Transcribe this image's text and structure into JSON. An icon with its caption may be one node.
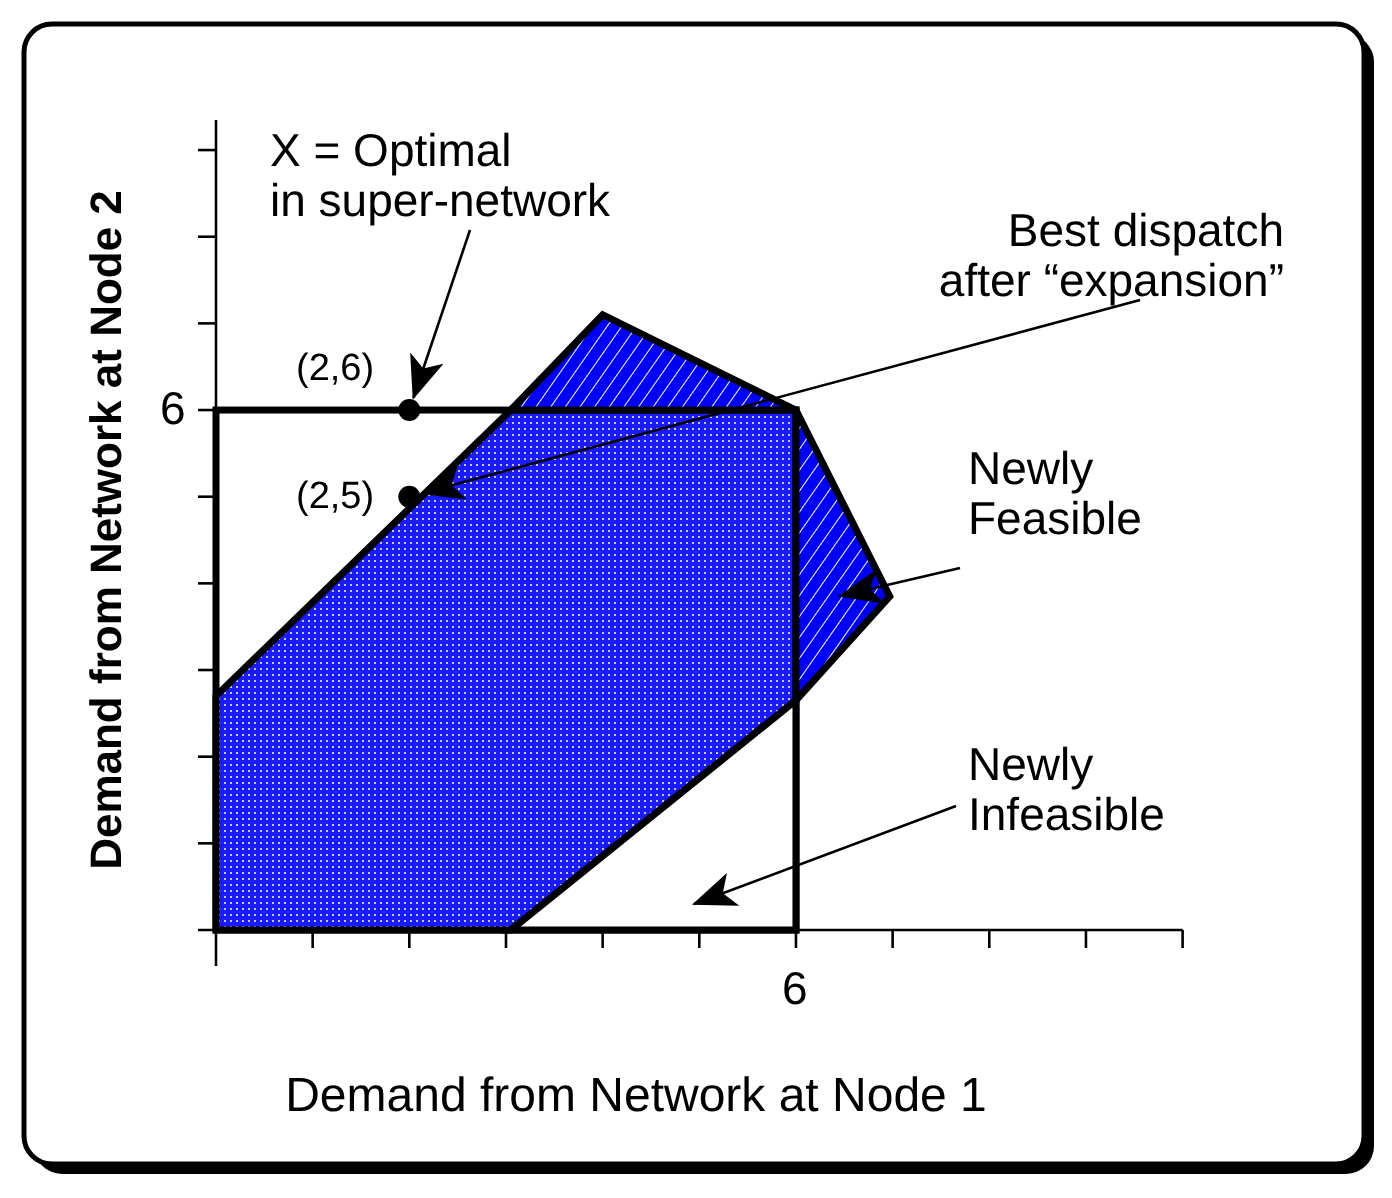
{
  "diagram": {
    "nodes": [
      {
        "text": [
          "X = Optimal in super-network"
        ]
      },
      {
        "text": [
          "Best dispatch after “expansion”"
        ]
      },
      {
        "text": [
          "Newly Feasible"
        ]
      },
      {
        "text": [
          "Newly Infeasible"
        ]
      },
      {
        "text": [],
        "shape": "circle",
        "beside": [
          "(2,6)"
        ]
      },
      {
        "text": [],
        "shape": "circle",
        "beside": [
          "(2,5)"
        ]
      },
      {
        "text": [],
        "shape": "polygon"
      },
      {
        "text": [],
        "shape": "triangle"
      }
    ],
    "edges": [
      {
        "from": 0,
        "to": 4,
        "arrow": "to"
      },
      {
        "from": 1,
        "to": 5,
        "arrow": "to"
      },
      {
        "from": 2,
        "to": 6,
        "arrow": "to"
      },
      {
        "from": 3,
        "to": 7,
        "arrow": "to"
      }
    ],
    "labels": [
      "Demand from Network at Node 2",
      "6",
      "6",
      "Demand from Network at Node 1"
    ]
  }
}
